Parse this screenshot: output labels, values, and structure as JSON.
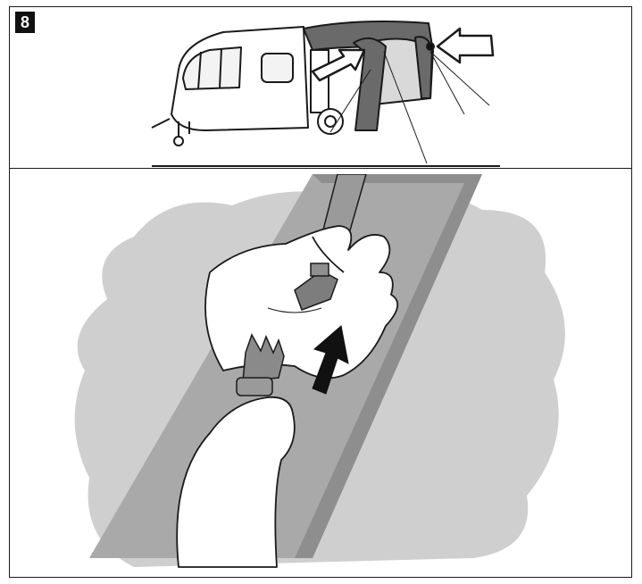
{
  "step": {
    "number": "8"
  },
  "illustrations": {
    "top": {
      "subject": "caravan-with-awning",
      "arrows": 2
    },
    "bottom": {
      "subject": "hands-connecting-buckle-clip",
      "arrows": 1
    }
  },
  "colors": {
    "line": "#1a1a1a",
    "awning_dark": "#6a6a6a",
    "awning_light": "#d9d9d9",
    "background_gray": "#cfcfcf",
    "strap": "#9a9a9a"
  }
}
